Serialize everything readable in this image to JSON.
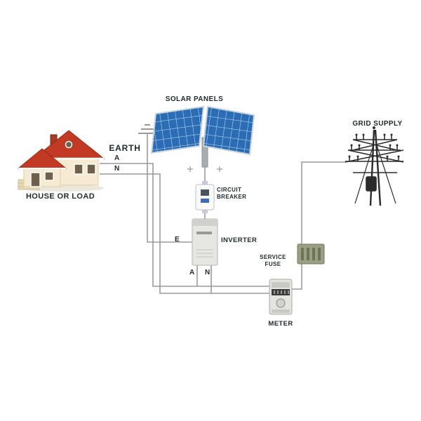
{
  "labels": {
    "solar_panels": "SOLAR PANELS",
    "earth": "EARTH",
    "house_wire_a": "A",
    "house_wire_n": "N",
    "house": "HOUSE OR LOAD",
    "circuit_breaker": "CIRCUIT BREAKER",
    "inverter_e": "E",
    "inverter": "INVERTER",
    "inverter_a": "A",
    "inverter_n": "N",
    "service_fuse": "SERVICE FUSE",
    "meter": "METER",
    "grid_supply": "GRID SUPPLY"
  },
  "colors": {
    "wire": "#9a9a9a",
    "label_text": "#1e2a2a",
    "roof_red": "#c23a24",
    "wall_cream": "#f6ead2",
    "panel_blue": "#2a6db5",
    "panel_grid": "#cfe3f6",
    "tower_dark": "#2b2b2b",
    "device_gray": "#e6e6e3",
    "fuse_green": "#9aa086"
  }
}
